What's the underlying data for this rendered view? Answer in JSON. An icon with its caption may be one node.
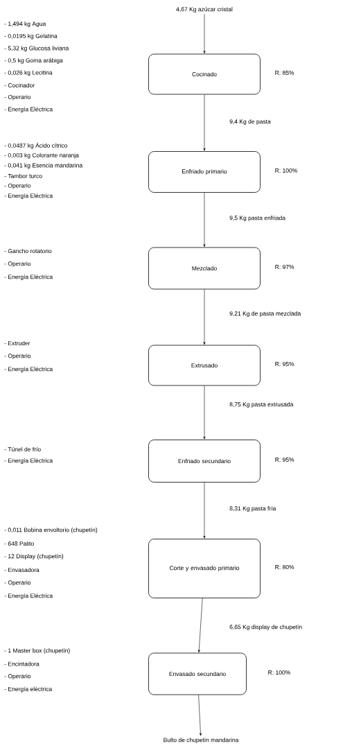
{
  "diagram": {
    "nodes": [
      {
        "text": [
          "4,67 Kg azúcar cristal"
        ]
      },
      {
        "text": [
          "Cocinado"
        ],
        "beside": [
          "R: 85%",
          "- 1,494 kg Agua",
          "- 0,0195 kg Gelatina",
          "- 5,32 kg Glucosa liviana",
          "- 0,5 kg Goma arábiga",
          "- 0,026 kg Lecitina",
          "- Cocinador",
          "- Operario",
          "- Energía Eléctrica"
        ]
      },
      {
        "text": [
          "Enfriado primario"
        ],
        "beside": [
          "R: 100%",
          "- 0,0487 kg Ácido cítrico",
          "- 0,003 kg Colorante naranja",
          "- 0,041 kg Esencia mandarina",
          "- Tambor turco",
          "- Operario",
          "- Energía Eléctrica"
        ]
      },
      {
        "text": [
          "Mezclado"
        ],
        "beside": [
          "R: 97%",
          "- Gancho rotatorio",
          "- Operario",
          "- Energía Eléctrica"
        ]
      },
      {
        "text": [
          "Extrusado"
        ],
        "beside": [
          "R: 95%",
          "- Extruder",
          "- Operario",
          "- Energía Eléctrica"
        ]
      },
      {
        "text": [
          "Enfriado secundario"
        ],
        "beside": [
          "R: 95%",
          "- Túnel de frío",
          "- Energía Eléctrica"
        ]
      },
      {
        "text": [
          "Corte y envasado primario"
        ],
        "beside": [
          "R: 80%",
          "- 0,011 Bobina envoltorio (chupetín)",
          "- 648 Palito",
          "- 12 Display (chupetín)",
          "- Envasadora",
          "- Operario",
          "- Energía Eléctrica"
        ]
      },
      {
        "text": [
          "Envasado secundario"
        ],
        "beside": [
          "R: 100%",
          "- 1 Master box (chupetín)",
          "- Encintadora",
          "- Operario",
          "- Energía eléctrica"
        ]
      },
      {
        "text": [
          "Bulto de chupetín mandarina"
        ]
      }
    ],
    "edges": [
      {
        "from": 0,
        "to": 1,
        "arrow": "to"
      },
      {
        "from": 1,
        "to": 2,
        "arrow": "to",
        "label": "9,4 Kg de pasta"
      },
      {
        "from": 2,
        "to": 3,
        "arrow": "to",
        "label": "9,5 Kg pasta enfriada"
      },
      {
        "from": 3,
        "to": 4,
        "arrow": "to",
        "label": "9,21 Kg de pasta mezclada"
      },
      {
        "from": 4,
        "to": 5,
        "arrow": "to",
        "label": "8,75 Kg pasta extrusada"
      },
      {
        "from": 5,
        "to": 6,
        "arrow": "to",
        "label": "8,31 Kg pasta fría"
      },
      {
        "from": 6,
        "to": 7,
        "arrow": "to",
        "label": "6,65 Kg display de chupetín"
      },
      {
        "from": 7,
        "to": 8,
        "arrow": "to"
      }
    ]
  }
}
